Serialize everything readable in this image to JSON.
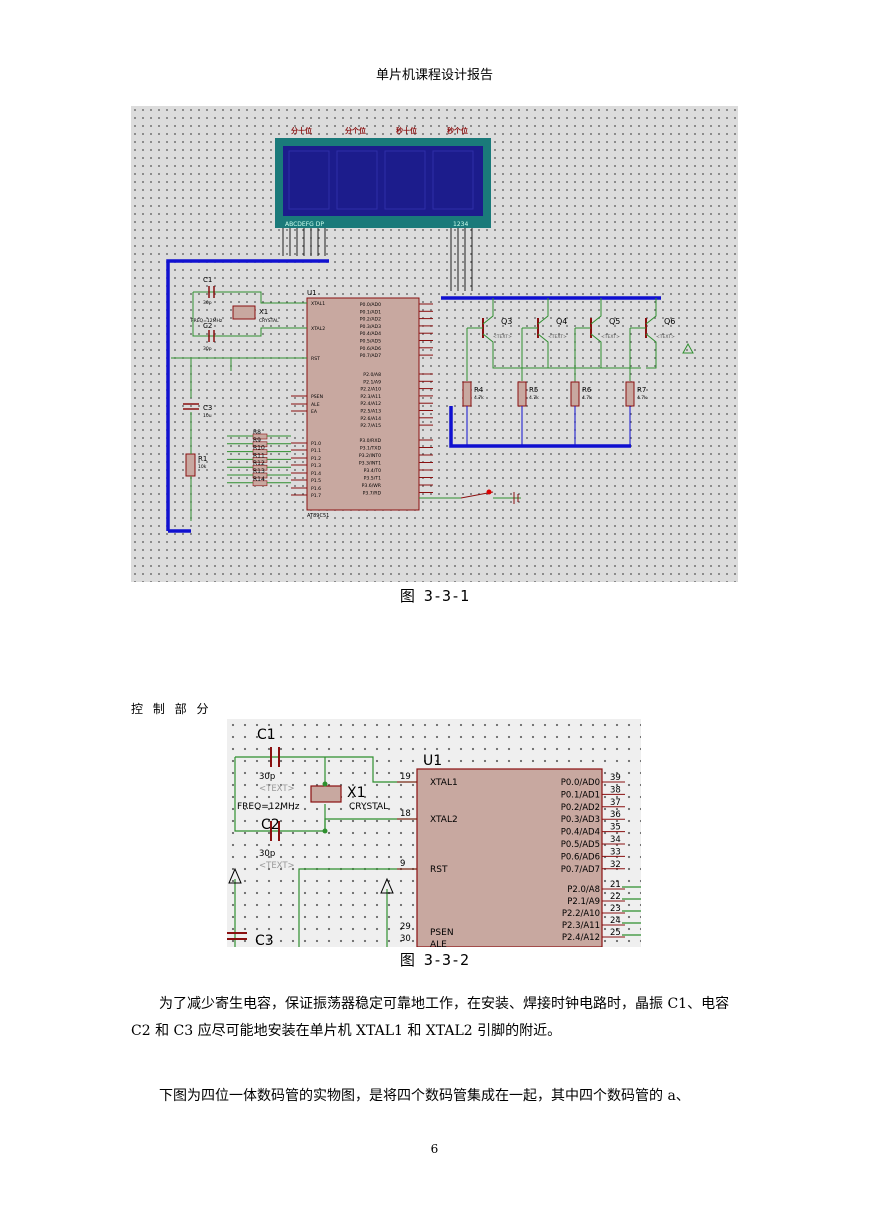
{
  "header": {
    "title": "单片机课程设计报告"
  },
  "figure1": {
    "caption": "图 3-3-1",
    "lcd_top_labels": [
      "分十位",
      "分个位",
      "秒十位",
      "秒个位"
    ],
    "lcd_bottom_left": "ABCDEFG DP",
    "lcd_bottom_right": "1234",
    "components": {
      "u1": "U1",
      "chip": "AT89C51",
      "c1": "C1",
      "c2": "C2",
      "c3": "C3",
      "x1": "X1",
      "r1": "R1",
      "c_value": "30p",
      "c3_value": "10u",
      "r1_value": "10k",
      "crystal": "CRYSTAL",
      "freq": "FREQ=12MHz",
      "transistors": [
        "Q3",
        "Q4",
        "Q5",
        "Q6"
      ],
      "resistors": [
        "R4",
        "R5",
        "R6",
        "R7"
      ],
      "res_value": "4.7k",
      "rn_labels": [
        "R8",
        "R9",
        "R10",
        "R11",
        "R12",
        "R13",
        "R14"
      ],
      "text_tag": "<TEXT>"
    },
    "left_pins": [
      "XTAL1",
      "XTAL2",
      "RST",
      "PSEN",
      "ALE",
      "EA",
      "P1.0",
      "P1.1",
      "P1.2",
      "P1.3",
      "P1.4",
      "P1.5",
      "P1.6",
      "P1.7"
    ],
    "right_pins": [
      "P0.0/AD0",
      "P0.1/AD1",
      "P0.2/AD2",
      "P0.3/AD3",
      "P0.4/AD4",
      "P0.5/AD5",
      "P0.6/AD6",
      "P0.7/AD7",
      "P2.0/A8",
      "P2.1/A9",
      "P2.2/A10",
      "P2.3/A11",
      "P2.4/A12",
      "P2.5/A13",
      "P2.6/A14",
      "P2.7/A15",
      "P3.0/RXD",
      "P3.1/TXD",
      "P3.2/INT0",
      "P3.3/INT1",
      "P3.4/T0",
      "P3.5/T1",
      "P3.6/WR",
      "P3.7/RD"
    ]
  },
  "section_label": "控 制 部 分",
  "figure2": {
    "caption": "图 3-3-2",
    "c1": "C1",
    "c2": "C2",
    "c3": "C3",
    "u1": "U1",
    "x1": "X1",
    "c1_value": "30p",
    "c2_value": "30p",
    "text_tag": "<TEXT>",
    "freq": "FREQ=12MHz",
    "crystal": "CRYSTAL",
    "left_pins": [
      {
        "num": "19",
        "name": "XTAL1"
      },
      {
        "num": "18",
        "name": "XTAL2"
      },
      {
        "num": "9",
        "name": "RST"
      },
      {
        "num": "29",
        "name": "PSEN"
      },
      {
        "num": "30",
        "name": "ALE"
      }
    ],
    "right_pins": [
      {
        "num": "39",
        "name": "P0.0/AD0"
      },
      {
        "num": "38",
        "name": "P0.1/AD1"
      },
      {
        "num": "37",
        "name": "P0.2/AD2"
      },
      {
        "num": "36",
        "name": "P0.3/AD3"
      },
      {
        "num": "35",
        "name": "P0.4/AD4"
      },
      {
        "num": "34",
        "name": "P0.5/AD5"
      },
      {
        "num": "33",
        "name": "P0.6/AD6"
      },
      {
        "num": "32",
        "name": "P0.7/AD7"
      },
      {
        "num": "21",
        "name": "P2.0/A8"
      },
      {
        "num": "22",
        "name": "P2.1/A9"
      },
      {
        "num": "23",
        "name": "P2.2/A10"
      },
      {
        "num": "24",
        "name": "P2.3/A11"
      },
      {
        "num": "25",
        "name": "P2.4/A12"
      }
    ]
  },
  "paragraph1": "为了减少寄生电容，保证振荡器稳定可靠地工作，在安装、焊接时钟电路时，晶振 C1、电容 C2 和 C3 应尽可能地安装在单片机 XTAL1 和 XTAL2 引脚的附近。",
  "paragraph2": "下图为四位一体数码管的实物图，是将四个数码管集成在一起，其中四个数码管的 a、",
  "page_number": "6",
  "colors": {
    "wire": "#2f8f2f",
    "bus": "#1010d0",
    "chip_body": "#c8a8a0",
    "chip_border": "#8a1010",
    "lcd_frame": "#1a7a7a",
    "lcd_screen": "#1c1c8c"
  }
}
